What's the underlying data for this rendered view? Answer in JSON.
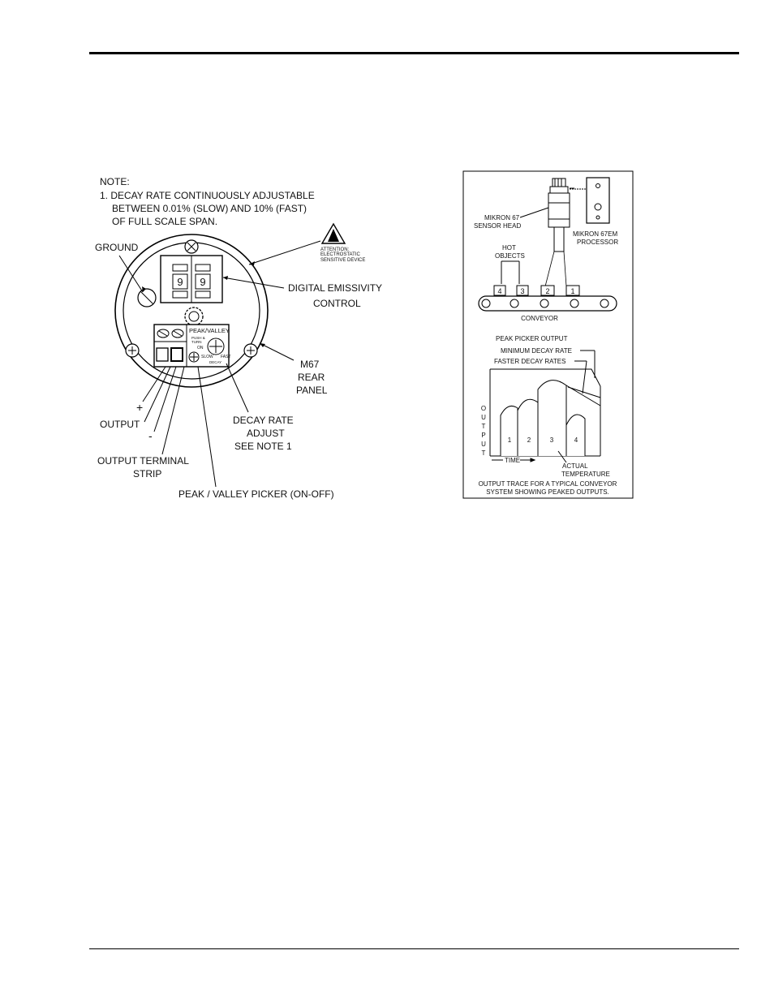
{
  "left_figure": {
    "note_heading": "NOTE:",
    "note_line1": "1. DECAY RATE CONTINUOUSLY ADJUSTABLE",
    "note_line2": "BETWEEN 0.01% (SLOW) AND 10% (FAST)",
    "note_line3": "OF FULL SCALE SPAN.",
    "ground": "GROUND",
    "esd_line1": "ATTENTION:",
    "esd_line2": "ELECTROSTATIC",
    "esd_line3": "SENSITIVE DEVICE",
    "emissivity_digit1": "9",
    "emissivity_digit2": "9",
    "digital_emissivity": "DIGITAL EMISSIVITY",
    "control": "CONTROL",
    "peak_valley_label": "PEAK/VALLEY",
    "pv_small1": "PUSH &",
    "pv_small2": "TURN",
    "on_label": "ON",
    "slow_label": "SLOW",
    "fast_label": "FAST",
    "decay_small": "DECAY",
    "m67": "M67",
    "rear": "REAR",
    "panel": "PANEL",
    "plus_sign": "+",
    "minus_sign": "-",
    "output": "OUTPUT",
    "decay_rate": "DECAY RATE",
    "adjust": "ADJUST",
    "see_note": "SEE NOTE 1",
    "output_terminal": "OUTPUT TERMINAL",
    "strip": "STRIP",
    "peak_valley_picker": "PEAK / VALLEY PICKER (ON-OFF)"
  },
  "right_figure": {
    "sensor_head_line1": "MIKRON 67",
    "sensor_head_line2": "SENSOR HEAD",
    "processor_line1": "MIKRON 67EM",
    "processor_line2": "PROCESSOR",
    "hot_objects_line1": "HOT",
    "hot_objects_line2": "OBJECTS",
    "object_labels": [
      "4",
      "3",
      "2",
      "1"
    ],
    "conveyor": "CONVEYOR",
    "peak_picker_output": "PEAK PICKER OUTPUT",
    "minimum_decay_rate": "MINIMUM DECAY RATE",
    "faster_decay_rates": "FASTER DECAY RATES",
    "output_vertical": [
      "O",
      "U",
      "T",
      "P",
      "U",
      "T"
    ],
    "pulse_labels": [
      "1",
      "2",
      "3",
      "4"
    ],
    "time": "TIME",
    "actual_line1": "ACTUAL",
    "actual_line2": "TEMPERATURE",
    "caption_line1": "OUTPUT TRACE FOR A TYPICAL CONVEYOR",
    "caption_line2": "SYSTEM SHOWING PEAKED OUTPUTS."
  }
}
